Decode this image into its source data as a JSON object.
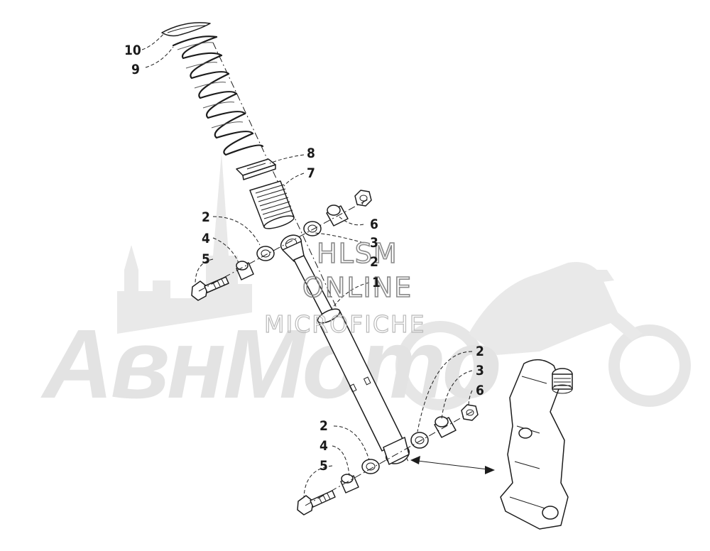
{
  "diagram": {
    "callouts": {
      "spring_cap": "10",
      "spring": "9",
      "spring_seat": "8",
      "bump_stop": "7",
      "upper_bushing_left": "2",
      "upper_sleeve_left": "4",
      "upper_bolt": "5",
      "upper_nut": "6",
      "upper_sleeve_right": "3",
      "upper_bushing_right": "2",
      "shock_absorber": "1",
      "lower_bushing_right": "2",
      "lower_sleeve_right": "3",
      "lower_nut": "6",
      "lower_bushing_left": "2",
      "lower_sleeve_left": "4",
      "lower_bolt": "5"
    }
  },
  "watermarks": {
    "hlsm": "HLSM",
    "online": "ONLINE",
    "microfiche": "MICROFICHE",
    "brand": "АвнМото"
  },
  "colors": {
    "line_art": "#1c1c1c",
    "watermark_light": "#e3e3e3",
    "watermark_dark": "#8a8a8a"
  }
}
